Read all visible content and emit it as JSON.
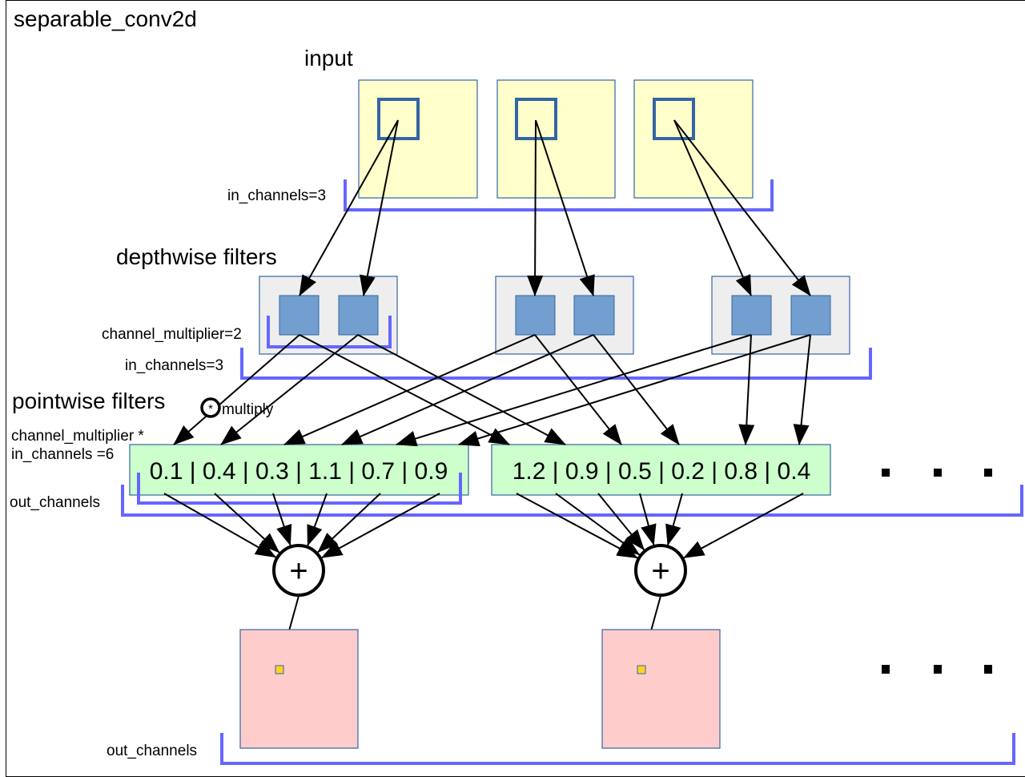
{
  "title": "separable_conv2d",
  "sections": {
    "input": "input",
    "depthwise": "depthwise filters",
    "pointwise": "pointwise filters"
  },
  "brackets": {
    "input_in_channels": "in_channels=3",
    "depthwise_channel_multiplier": "channel_multiplier=2",
    "depthwise_in_channels": "in_channels=3",
    "pointwise_size_line1": "channel_multiplier *",
    "pointwise_size_line2": "in_channels =6",
    "pointwise_out_channels": "out_channels",
    "output_out_channels": "out_channels"
  },
  "operators": {
    "multiply_symbol": "*",
    "multiply_label": "multiply",
    "sum_symbol": "+"
  },
  "pointwise_filters": [
    {
      "weights": [
        "0.1",
        "0.4",
        "0.3",
        "1.1",
        "0.7",
        "0.9"
      ]
    },
    {
      "weights": [
        "1.2",
        "0.9",
        "0.5",
        "0.2",
        "0.8",
        "0.4"
      ]
    }
  ],
  "ellipsis": "▪ ▪ ▪",
  "colors": {
    "input_fill": "#ffffcc",
    "input_border": "#3465a4",
    "kernel_border": "#3465a4",
    "depthwise_fill": "#eeeeee",
    "depthwise_kernel": "#729fcf",
    "pointwise_fill": "#ccffcc",
    "output_fill": "#ffcccc",
    "output_pixel": "#ffd320",
    "bracket": "#6666ff"
  }
}
